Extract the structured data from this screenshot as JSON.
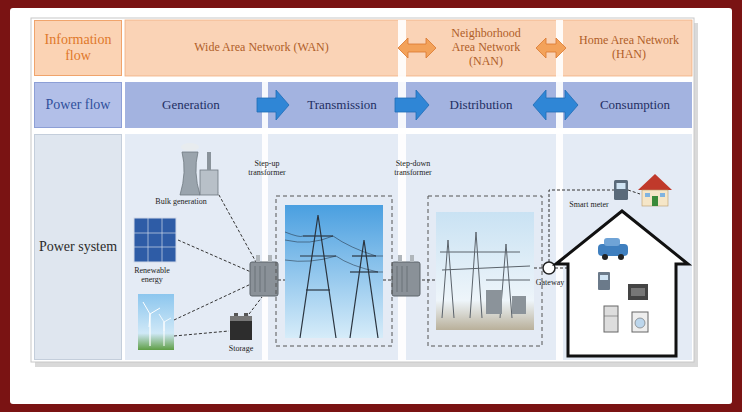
{
  "diagram": {
    "nodes": [
      {
        "text": [
          "Information flow"
        ]
      },
      {
        "text": [
          "Wide Area Network (WAN)"
        ]
      },
      {
        "text": [
          "Neighborhood Area Network (NAN)"
        ]
      },
      {
        "text": [
          "Home Area Network (HAN)"
        ]
      },
      {
        "text": [
          "Power flow"
        ]
      },
      {
        "text": [
          "Generation"
        ]
      },
      {
        "text": [
          "Transmission"
        ]
      },
      {
        "text": [
          "Distribution"
        ]
      },
      {
        "text": [
          "Consumption"
        ]
      },
      {
        "text": [
          "Power system"
        ]
      }
    ],
    "edges": [
      {
        "from": 1,
        "to": 2,
        "arrow": "both"
      },
      {
        "from": 2,
        "to": 3,
        "arrow": "both"
      },
      {
        "from": 5,
        "to": 6,
        "arrow": "to"
      },
      {
        "from": 6,
        "to": 7,
        "arrow": "to"
      },
      {
        "from": 7,
        "to": 8,
        "arrow": "both"
      }
    ],
    "labels": [
      "Step-up transformer",
      "Step-down transformer",
      "Bulk generation",
      "Renewable energy",
      "Smart meter",
      "Gateway",
      "Storage"
    ]
  }
}
